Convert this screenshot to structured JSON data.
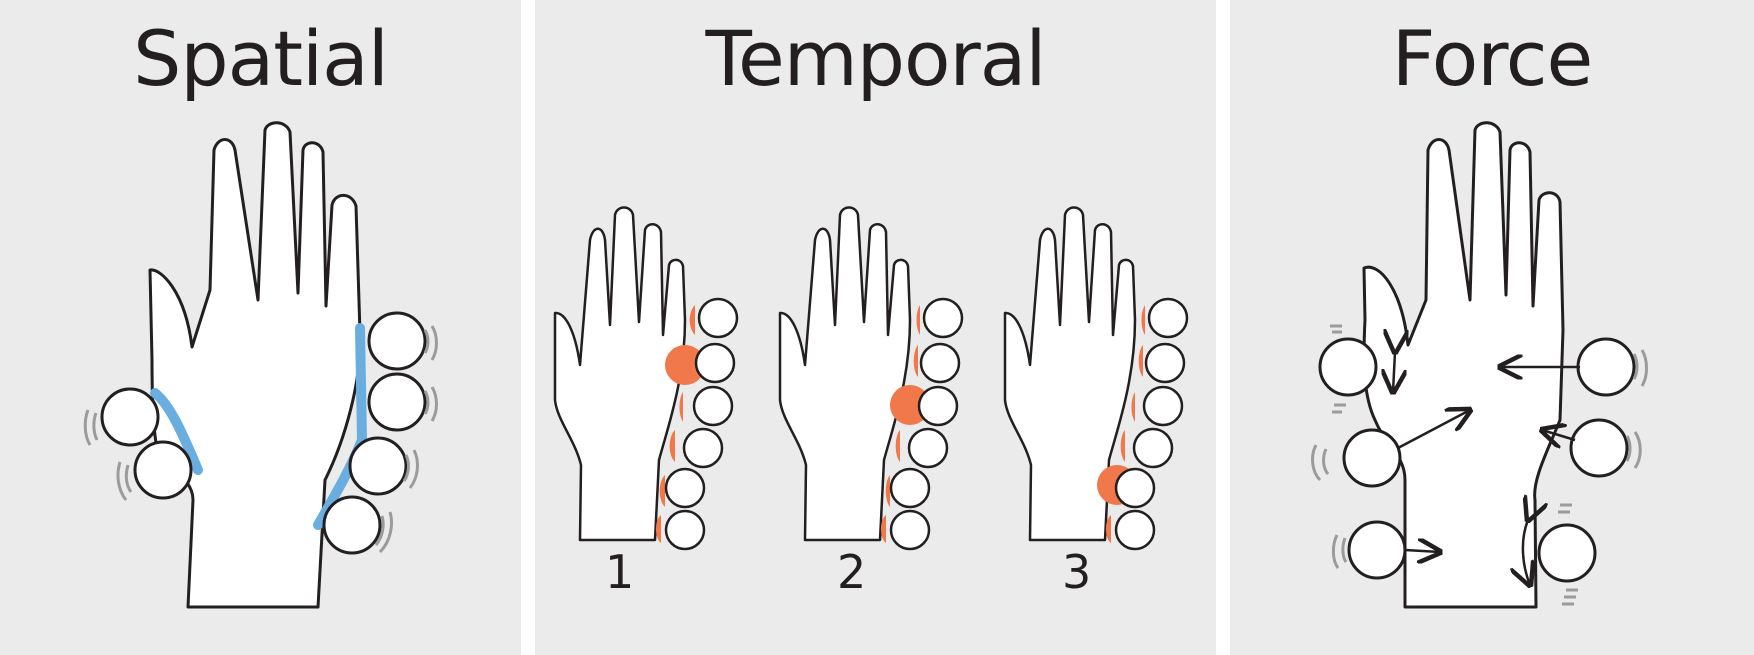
{
  "panels": {
    "spatial": {
      "title": "Spatial"
    },
    "temporal": {
      "title": "Temporal",
      "steps": [
        "1",
        "2",
        "3"
      ]
    },
    "force": {
      "title": "Force"
    }
  },
  "colors": {
    "background": "#ebebeb",
    "ink": "#231f20",
    "spatial_highlight": "#6aaee0",
    "temporal_highlight": "#f0784a",
    "vibration_marks": "#9b9b9b"
  },
  "icons": [
    "hand-outline",
    "vibration-motor-icon",
    "arrow-icon"
  ]
}
